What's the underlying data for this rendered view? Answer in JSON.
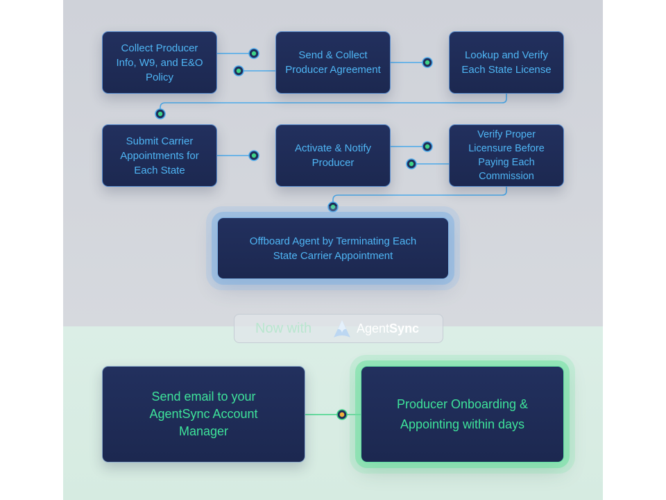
{
  "steps": {
    "collect": "Collect Producer Info, W9, and E&O Policy",
    "send_collect": "Send & Collect Producer Agreement",
    "lookup": "Lookup and Verify Each State License",
    "submit": "Submit Carrier Appointments for Each State",
    "activate": "Activate & Notify Producer",
    "verify": "Verify Proper Licensure Before Paying Each Commission",
    "offboard": "Offboard Agent by Terminating Each State Carrier Appointment"
  },
  "badge": {
    "prefix": "Now with",
    "brand_light": "Agent",
    "brand_bold": "Sync"
  },
  "agentsync_flow": {
    "email": "Send email to your AgentSync Account Manager",
    "result": "Producer Onboarding & Appointing within days"
  },
  "colors": {
    "card_fill": "#1f2c59",
    "card_text_blue": "#4fb6f5",
    "card_text_green": "#3ee39a",
    "connector_blue": "#4aa9ea",
    "node_green": "#3fd487",
    "node_amber": "#f2b33d"
  },
  "icons": {
    "logo": "agentsync-logo-icon"
  }
}
